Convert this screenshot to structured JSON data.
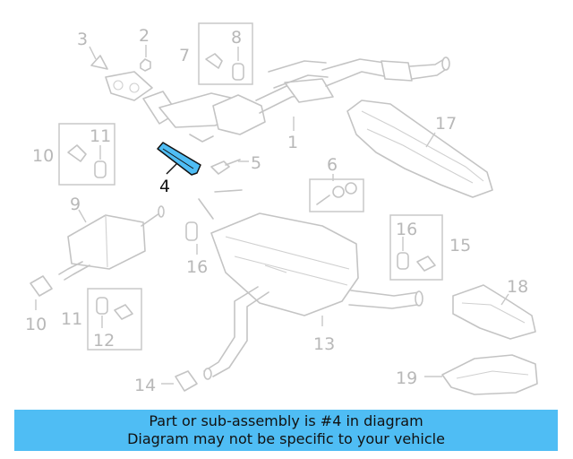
{
  "callouts": {
    "n1": "1",
    "n2": "2",
    "n3": "3",
    "n4": "4",
    "n5": "5",
    "n6": "6",
    "n7": "7",
    "n8": "8",
    "n9": "9",
    "n10a": "10",
    "n10b": "10",
    "n11a": "11",
    "n11b": "11",
    "n12": "12",
    "n13": "13",
    "n14": "14",
    "n15": "15",
    "n16a": "16",
    "n16b": "16",
    "n17": "17",
    "n18": "18",
    "n19": "19"
  },
  "highlighted_part": "4",
  "colors": {
    "highlight": "#4fbdf4",
    "part_stroke": "#c4c4c4",
    "callout_text": "#b8b8b8",
    "banner_bg": "#4fbdf4"
  },
  "banner": {
    "line1": "Part or sub-assembly is #4 in diagram",
    "line2": "Diagram may not be specific to your vehicle"
  }
}
